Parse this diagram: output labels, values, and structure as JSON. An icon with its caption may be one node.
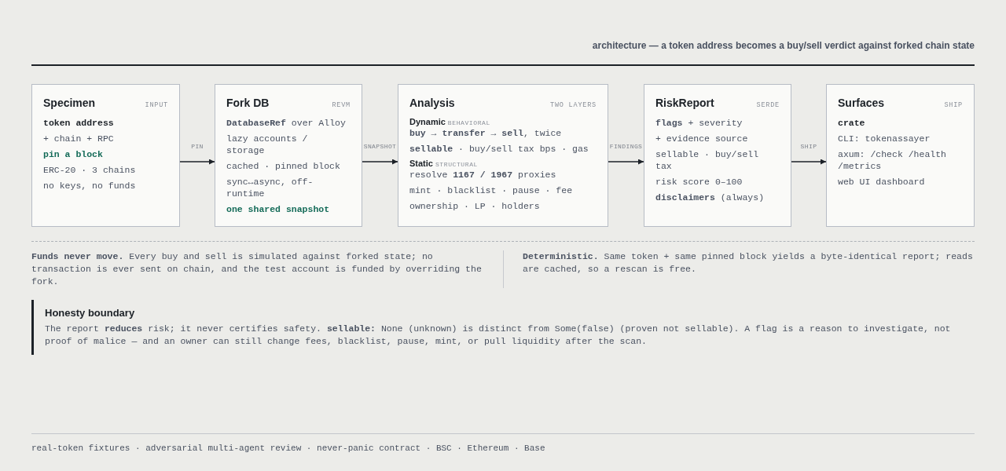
{
  "diagram": {
    "title": "architecture — a token address becomes a buy/sell verdict against forked chain state",
    "nodes": [
      {
        "text": [
          "Specimen",
          "INPUT",
          "token address",
          "+ chain + RPC",
          "pin a block",
          "ERC-20 · 3 chains",
          "no keys, no funds"
        ]
      },
      {
        "text": [
          "Fork DB",
          "REVM",
          "**DatabaseRef** over Alloy",
          "lazy accounts / storage",
          "cached · pinned block",
          "sync↔async, off-runtime",
          "one shared snapshot"
        ]
      },
      {
        "text": [
          "Analysis",
          "TWO LAYERS",
          "Dynamic",
          "BEHAVIORAL",
          "**buy → transfer → sell**, twice",
          "**sellable** · buy/sell tax bps · gas",
          "Static",
          "STRUCTURAL",
          "resolve **1167 / 1967** proxies",
          "mint · blacklist · pause · fee",
          "ownership · LP · holders"
        ]
      },
      {
        "text": [
          "RiskReport",
          "SERDE",
          "**flags** + severity",
          "+ evidence source",
          "sellable · buy/sell tax",
          "risk score 0–100",
          "**disclaimers** (always)"
        ]
      },
      {
        "text": [
          "Surfaces",
          "SHIP",
          "crate",
          "CLI: tokenassayer",
          "axum: /check /health /metrics",
          "web UI dashboard"
        ]
      }
    ],
    "edges": [
      {
        "from": 0,
        "to": 1,
        "arrow": "to",
        "label": "PIN"
      },
      {
        "from": 1,
        "to": 2,
        "arrow": "to",
        "label": "SNAPSHOT"
      },
      {
        "from": 2,
        "to": 3,
        "arrow": "to",
        "label": "FINDINGS"
      },
      {
        "from": 3,
        "to": 4,
        "arrow": "to",
        "label": "SHIP"
      }
    ],
    "labels": [
      "**Funds never move.** Every buy and sell is simulated against forked state; no transaction is ever sent on chain, and the test account is funded by overriding the fork.",
      "**Deterministic.** Same token + same pinned block yields a byte-identical report; reads are cached, so a rescan is free.",
      "Honesty boundary",
      "The report **reduces** risk; it never certifies safety. **sellable:** None (unknown) is distinct from Some(false) (proven not sellable). A flag is a reason to investigate, not proof of malice — and an owner can still change fees, blacklist, pause, mint, or pull liquidity after the scan.",
      "real-token fixtures · adversarial multi-agent review · never-panic contract · BSC · Ethereum · Base"
    ]
  }
}
